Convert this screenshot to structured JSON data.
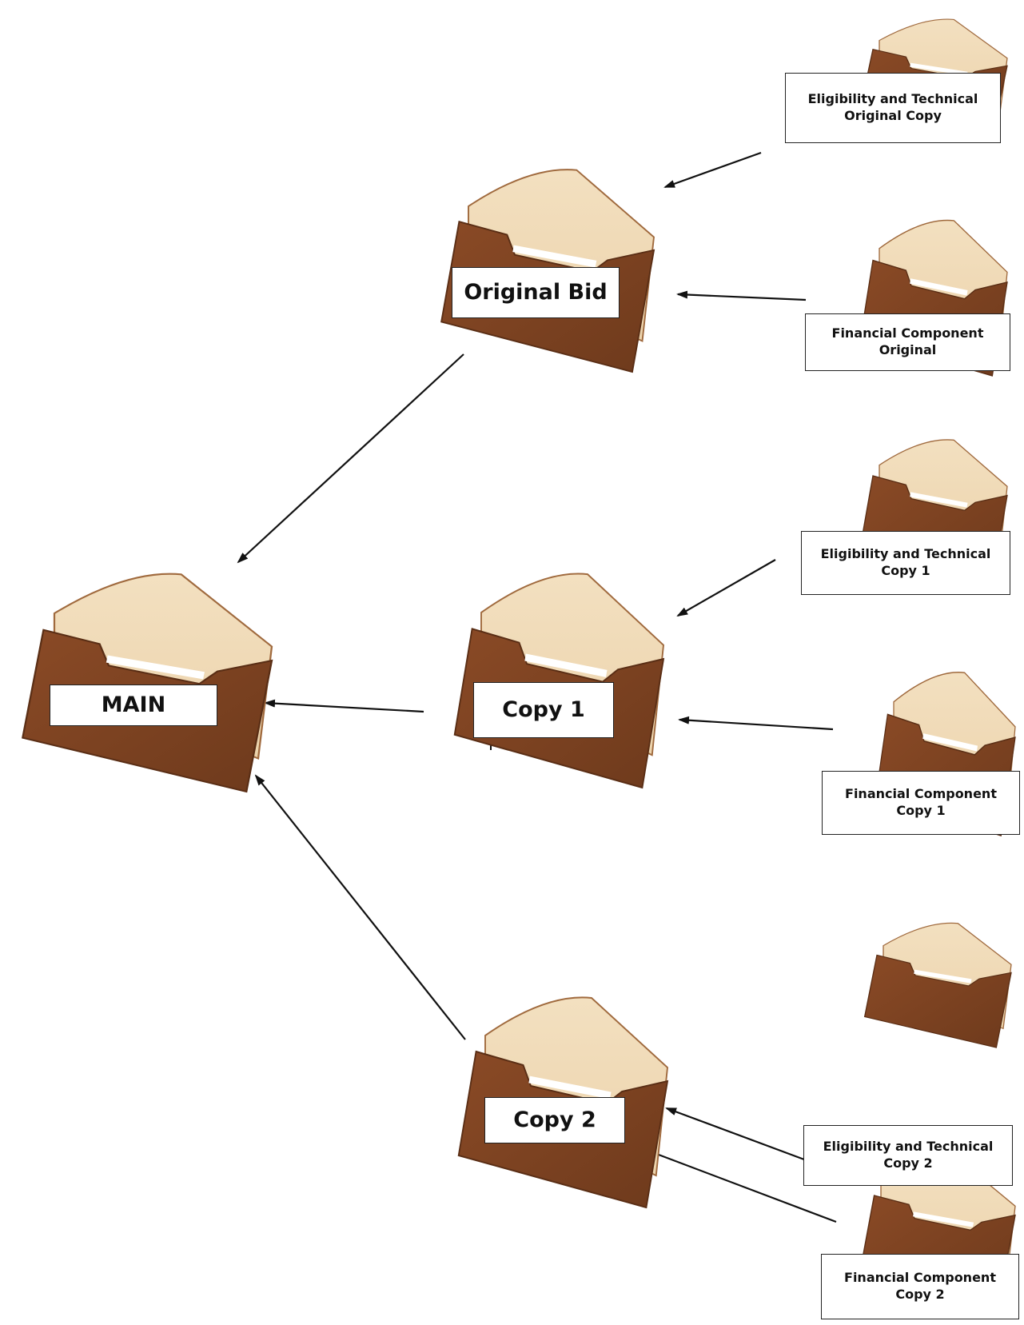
{
  "main": {
    "label": "MAIN"
  },
  "original_bid": {
    "label": "Original Bid"
  },
  "copy1": {
    "label": "Copy 1"
  },
  "copy2": {
    "label": "Copy 2"
  },
  "sub": {
    "et_original": {
      "line1": "Eligibility and Technical",
      "line2": "Original Copy"
    },
    "fin_original": {
      "line1": "Financial Component",
      "line2": "Original"
    },
    "et_copy1": {
      "line1": "Eligibility and Technical",
      "line2": "Copy 1"
    },
    "fin_copy1": {
      "line1": "Financial Component",
      "line2": "Copy 1"
    },
    "et_copy2": {
      "line1": "Eligibility and Technical",
      "line2": "Copy 2"
    },
    "fin_copy2": {
      "line1": "Financial Component",
      "line2": "Copy 2"
    }
  },
  "colors": {
    "envelope_body": "#8a4a26",
    "envelope_flap": "#ecd3ac",
    "arrow": "#111111"
  }
}
